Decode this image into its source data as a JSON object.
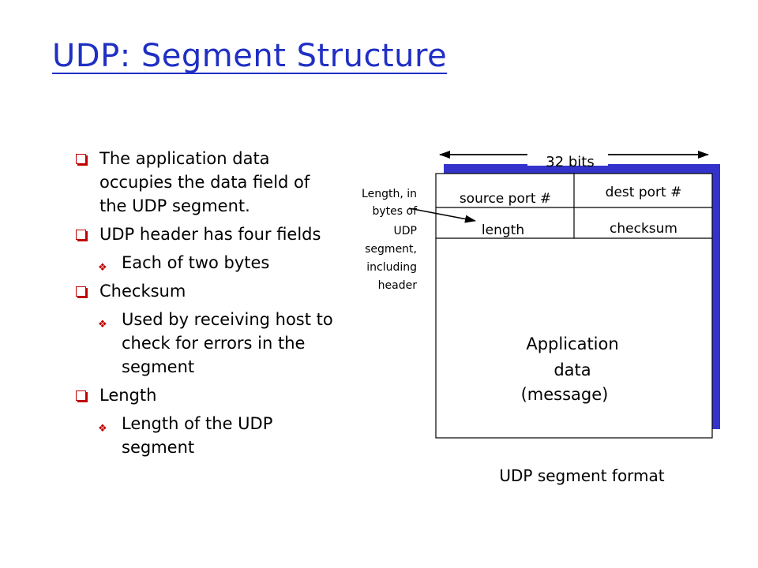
{
  "slide": {
    "title": "UDP: Segment Structure",
    "bullets": [
      {
        "text": "The application data occupies the data field of the UDP segment.",
        "sub": []
      },
      {
        "text": "UDP header has four fields",
        "sub": [
          "Each of two bytes"
        ]
      },
      {
        "text": "Checksum",
        "sub": [
          "Used by receiving host to check for errors in the segment"
        ]
      },
      {
        "text": "Length",
        "sub": [
          "Length of the UDP segment"
        ]
      }
    ]
  },
  "diagram": {
    "width_label": "32 bits",
    "source_port": "source port #",
    "dest_port": "dest port #",
    "length": "length",
    "checksum": "checksum",
    "data_lines": [
      "Application",
      "data",
      "(message)"
    ],
    "annotation_lines": [
      "Length, in",
      "bytes of",
      "UDP",
      "segment,",
      "including",
      "header"
    ],
    "caption": "UDP segment format",
    "colors": {
      "shadow": "#3333cc",
      "title": "#1f2fc4",
      "bullet_mark": "#c00000"
    }
  }
}
